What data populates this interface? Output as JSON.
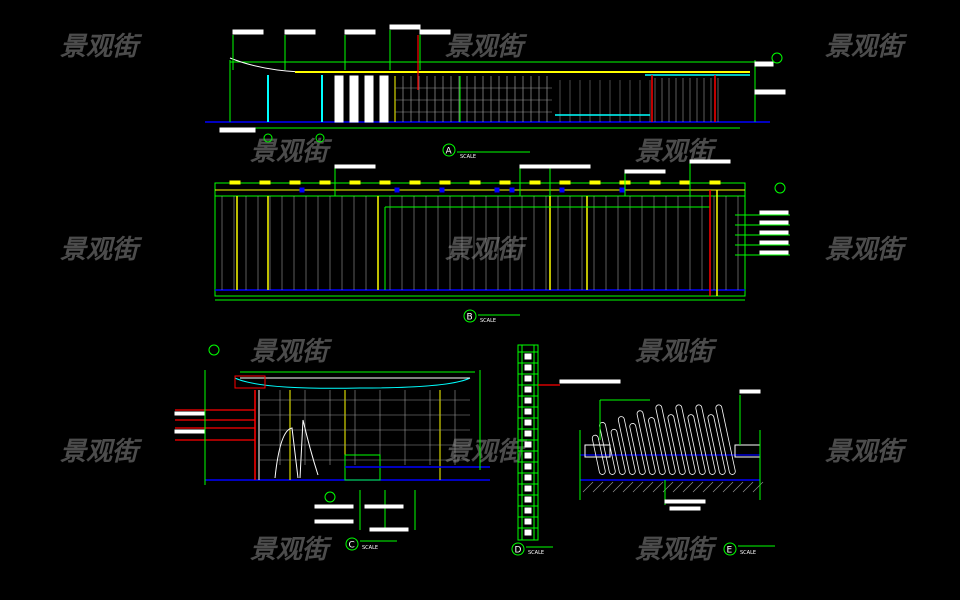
{
  "watermark": "景观街",
  "sections": [
    {
      "letter": "A",
      "scale_label": "SCALE"
    },
    {
      "letter": "B",
      "scale_label": "SCALE"
    },
    {
      "letter": "C",
      "scale_label": "SCALE"
    },
    {
      "letter": "D",
      "scale_label": "SCALE"
    },
    {
      "letter": "E",
      "scale_label": "SCALE"
    }
  ],
  "colors": {
    "green": "#00ff00",
    "yellow": "#ffff00",
    "cyan": "#00ffff",
    "blue": "#0000ff",
    "red": "#ff0000",
    "white": "#ffffff",
    "gray": "#9a9a9a"
  }
}
